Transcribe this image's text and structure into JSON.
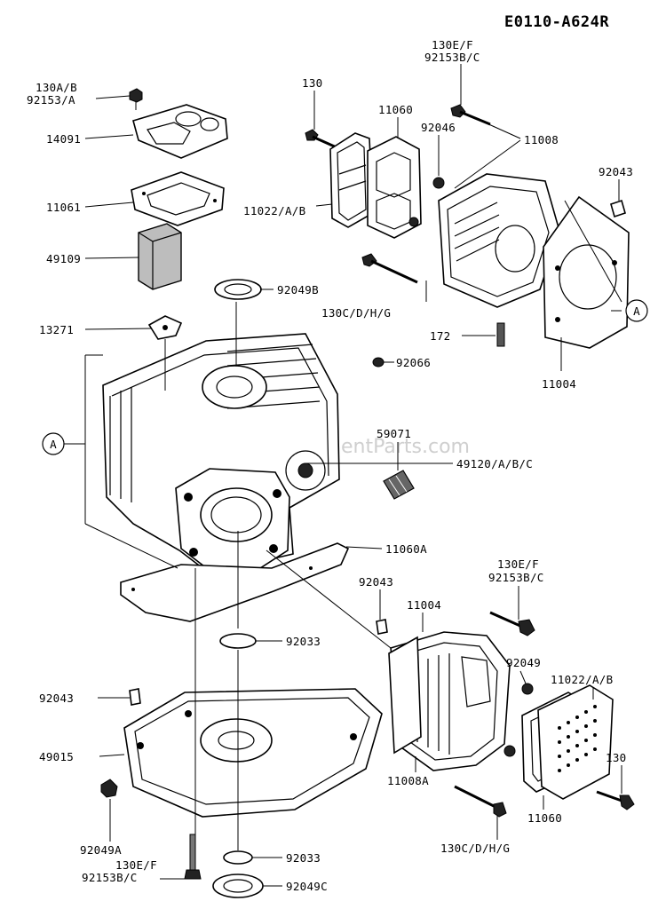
{
  "title": "E0110-A624R",
  "watermark": "eReplacementParts.com",
  "callouts": {
    "a": "A",
    "b": "A"
  },
  "labels": {
    "l1": "130E/F",
    "l2": "92153B/C",
    "l3": "130A/B",
    "l4": "92153/A",
    "l5": "130",
    "l6": "14091",
    "l7": "11060",
    "l8": "92046",
    "l9": "11008",
    "l10": "92043",
    "l11": "11061",
    "l12": "11022/A/B",
    "l13": "49109",
    "l14": "92049B",
    "l15": "130C/D/H/G",
    "l16": "13271",
    "l17": "172",
    "l18": "92066",
    "l19": "11004",
    "l20": "59071",
    "l21": "49120/A/B/C",
    "l22": "11060A",
    "l23": "92043",
    "l24": "130E/F",
    "l25": "92153B/C",
    "l26": "11004",
    "l27": "92033",
    "l28": "92049",
    "l29": "11022/A/B",
    "l30": "92043",
    "l31": "49015",
    "l32": "130",
    "l33": "11008A",
    "l34": "92049A",
    "l35": "11060",
    "l36": "130E/F",
    "l37": "92153B/C",
    "l38": "92033",
    "l39": "130C/D/H/G",
    "l40": "92049C"
  }
}
